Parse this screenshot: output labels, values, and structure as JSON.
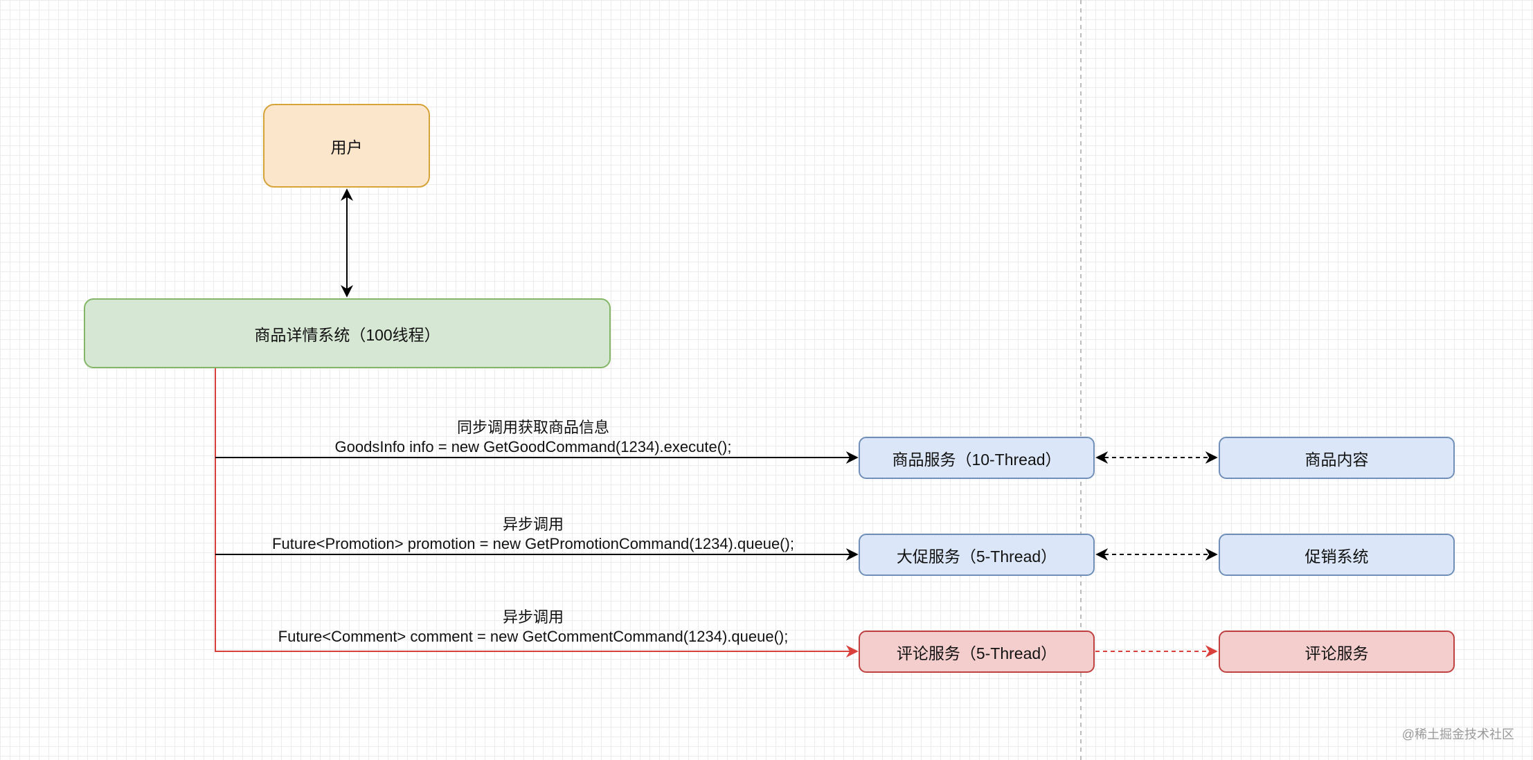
{
  "diagram": {
    "user": {
      "label": "用户"
    },
    "system": {
      "label": "商品详情系统（100线程）"
    },
    "calls": [
      {
        "kind": "sync",
        "title": "同步调用获取商品信息",
        "code": "GoodsInfo info = new GetGoodCommand(1234).execute();",
        "service": "商品服务（10-Thread）",
        "target": "商品内容"
      },
      {
        "kind": "async",
        "title": "异步调用",
        "code": "Future<Promotion> promotion = new GetPromotionCommand(1234).queue();",
        "service": "大促服务（5-Thread）",
        "target": "促销系统"
      },
      {
        "kind": "async",
        "title": "异步调用",
        "code": "Future<Comment> comment = new GetCommentCommand(1234).queue();",
        "service": "评论服务（5-Thread）",
        "target": "评论服务"
      }
    ],
    "colors": {
      "user_fill": "#fbe6cc",
      "user_border": "#d6a338",
      "system_fill": "#d6e8d4",
      "system_border": "#84b668",
      "service_fill": "#dbe7f8",
      "service_border": "#6f8fb8",
      "alert_fill": "#f4cecd",
      "alert_border": "#bf4040",
      "alert_line": "#d9403b",
      "line": "#000000"
    }
  },
  "watermark": "@稀土掘金技术社区"
}
